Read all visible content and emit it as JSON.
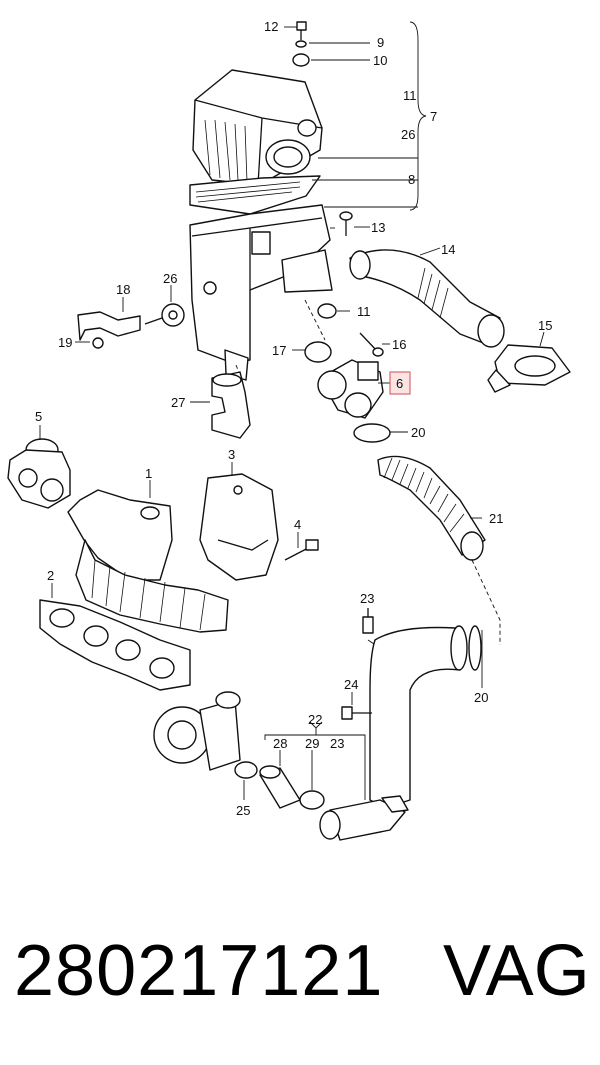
{
  "diagram": {
    "callouts": {
      "c12": "12",
      "c9": "9",
      "c10": "10",
      "c11a": "11",
      "c7": "7",
      "c26a": "26",
      "c8": "8",
      "c13": "13",
      "c14": "14",
      "c11b": "11",
      "c16": "16",
      "c15": "15",
      "c18": "18",
      "c26b": "26",
      "c19": "19",
      "c17": "17",
      "c6": "6",
      "c27": "27",
      "c20a": "20",
      "c5": "5",
      "c1": "1",
      "c3": "3",
      "c4": "4",
      "c21": "21",
      "c2": "2",
      "c23a": "23",
      "c20b": "20",
      "c24": "24",
      "c22": "22",
      "c28": "28",
      "c29": "29",
      "c23b": "23",
      "c25": "25"
    },
    "highlight_color": "#d86a6a"
  },
  "footer": {
    "part_number": "280217121",
    "brand": "VAG"
  }
}
